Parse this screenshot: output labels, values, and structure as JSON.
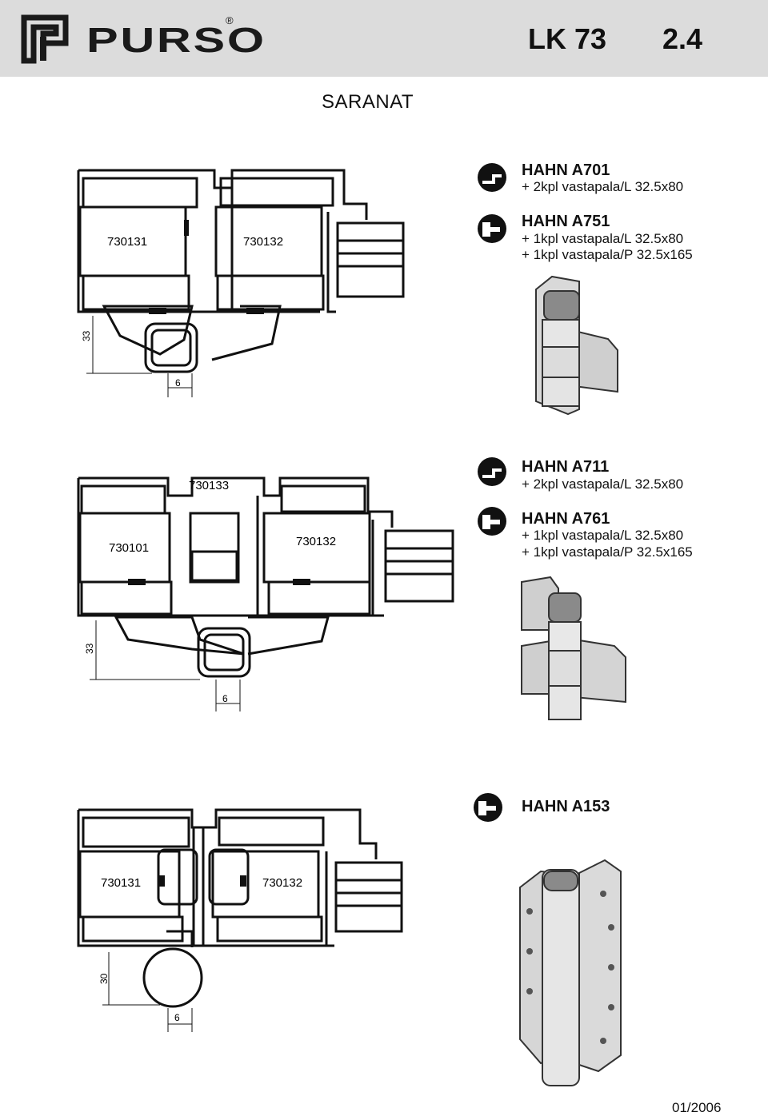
{
  "header": {
    "brand": "PURSO",
    "registered": "®",
    "doc_code": "LK 73",
    "page_number": "2.4"
  },
  "section_title": "SARANAT",
  "groups": [
    {
      "profiles": [
        "730131",
        "730132"
      ],
      "dimensions": [
        "33",
        "6"
      ],
      "hinges": [
        {
          "icon": "left-hand-icon",
          "name": "HAHN A701",
          "lines": [
            "+ 2kpl vastapala/L 32.5x80"
          ]
        },
        {
          "icon": "right-hand-icon",
          "name": "HAHN A751",
          "lines": [
            "+ 1kpl vastapala/L 32.5x80",
            "+ 1kpl vastapala/P 32.5x165"
          ]
        }
      ]
    },
    {
      "profiles": [
        "730133",
        "730101",
        "730132"
      ],
      "dimensions": [
        "33",
        "6"
      ],
      "hinges": [
        {
          "icon": "left-hand-icon",
          "name": "HAHN A711",
          "lines": [
            "+ 2kpl vastapala/L 32.5x80"
          ]
        },
        {
          "icon": "right-hand-icon",
          "name": "HAHN A761",
          "lines": [
            "+ 1kpl vastapala/L 32.5x80",
            "+ 1kpl vastapala/P 32.5x165"
          ]
        }
      ]
    },
    {
      "profiles": [
        "730131",
        "730132"
      ],
      "dimensions": [
        "30",
        "6"
      ],
      "hinges": [
        {
          "icon": "right-hand-icon",
          "name": "HAHN A153",
          "lines": []
        }
      ]
    }
  ],
  "footer": {
    "date": "01/2006"
  }
}
